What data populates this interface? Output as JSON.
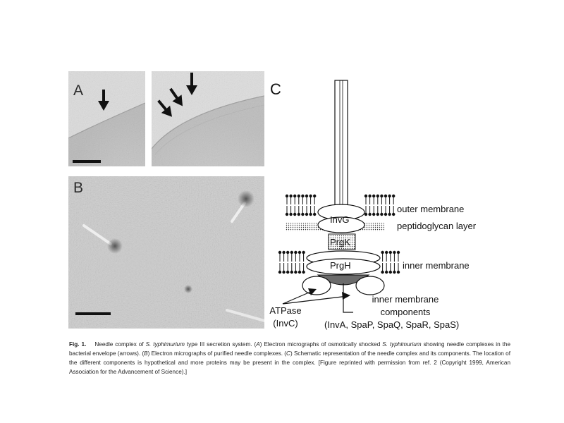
{
  "panels": {
    "a": {
      "label": "A"
    },
    "b": {
      "label": "B"
    },
    "c": {
      "label": "C"
    }
  },
  "schematic": {
    "labels": {
      "invg": "InvG",
      "prgk": "PrgK",
      "prgh": "PrgH",
      "outer_membrane": "outer membrane",
      "peptidoglycan": "peptidoglycan layer",
      "inner_membrane": "inner membrane",
      "imc_line1": "inner membrane",
      "imc_line2": "components",
      "imc_line3": "(InvA, SpaP, SpaQ, SpaR, SpaS)",
      "atpase_line1": "ATPase",
      "atpase_line2": "(InvC)"
    }
  },
  "caption": {
    "fig_label": "Fig. 1.",
    "t1": "Needle complex of ",
    "species1": "S. typhimurium",
    "t2": " type III secretion system. (",
    "a1": "A",
    "t3": ") Electron micrographs of osmotically shocked ",
    "species2": "S. typhimurium",
    "t4": " showing needle complexes in the bacterial envelope (arrows). (",
    "b1": "B",
    "t5": ") Electron micrographs of purified needle complexes. (",
    "c1": "C",
    "t6": ") Schematic representation of the needle complex and its components. The location of the different components is hypothetical and more proteins may be present in the complex. [Figure reprinted with permission from ref. 2 (Copyright 1999, American Association for the Advancement of Science).]"
  }
}
